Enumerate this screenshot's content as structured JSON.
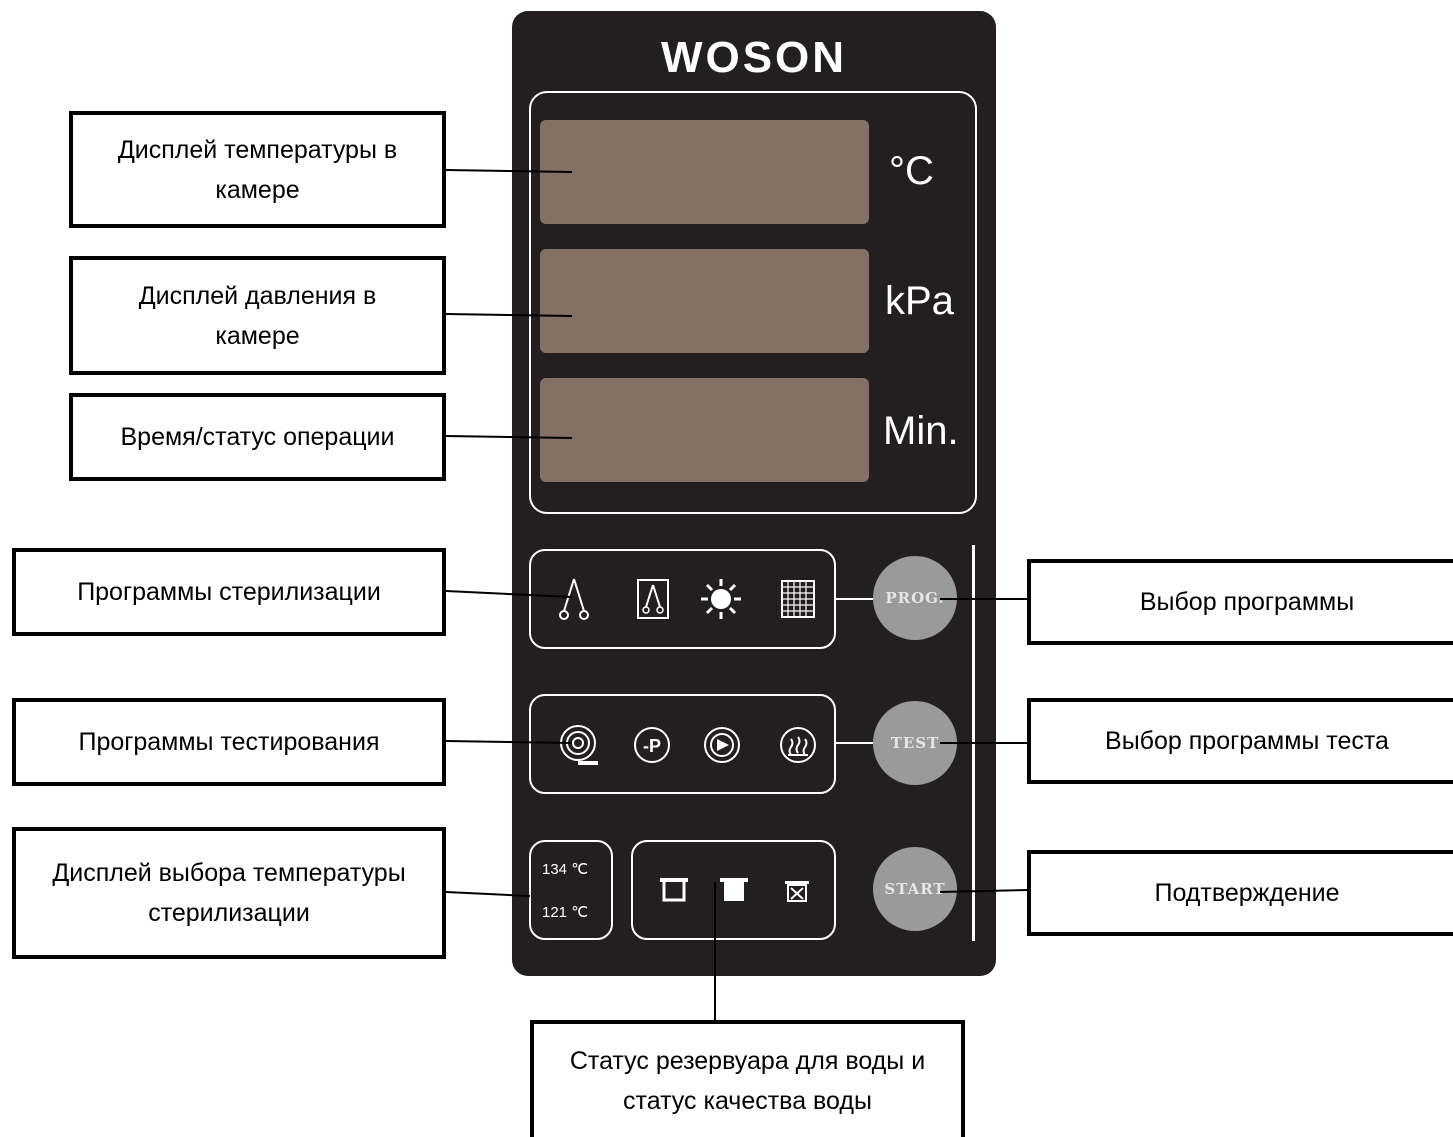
{
  "panel": {
    "brand": "WOSON",
    "units": {
      "temperature": "°C",
      "pressure": "kPa",
      "time": "Min."
    },
    "buttons": {
      "prog": "PROG.",
      "test": "TEST",
      "start": "START"
    },
    "temperature_options": [
      "134 ℃",
      "121 ℃"
    ],
    "sterilization_icons": [
      "scissors-icon",
      "wrapped-instrument-icon",
      "sun-burst-icon",
      "grid-pack-icon"
    ],
    "test_icons": [
      "helix-test-icon",
      "vacuum-test-icon",
      "bd-test-icon",
      "heating-test-icon"
    ],
    "water_icons": [
      "tank-empty-icon",
      "tank-full-icon",
      "water-quality-icon"
    ]
  },
  "callouts": {
    "chamber_temperature": "Дисплей температуры в камере",
    "chamber_pressure": "Дисплей давления в камере",
    "time_status": "Время/статус операции",
    "sterilization_programs": "Программы стерилизации",
    "test_programs": "Программы тестирования",
    "sterilization_temperature": "Дисплей выбора температуры стерилизации",
    "program_select": "Выбор программы",
    "test_select": "Выбор программы теста",
    "confirm": "Подтверждение",
    "water_status": "Статус резервуара для воды и статус качества воды"
  },
  "colors": {
    "panel": "#231f20",
    "lcd": "#857066",
    "button": "#9a9a9a"
  }
}
